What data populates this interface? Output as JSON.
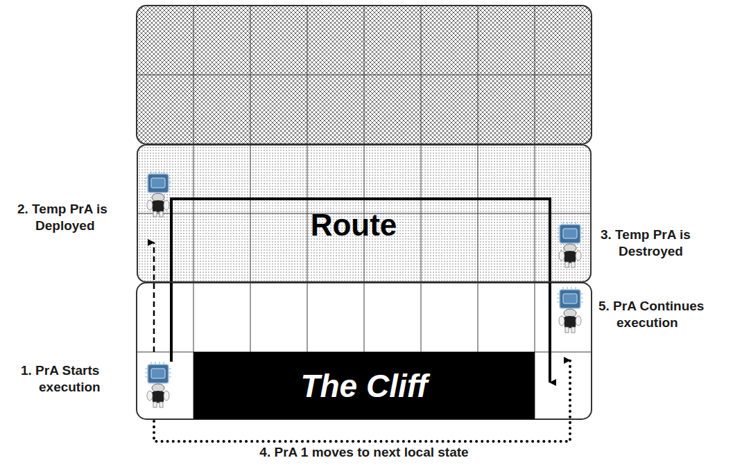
{
  "diagram": {
    "nodes": [
      {
        "text": [
          "Route"
        ]
      },
      {
        "text": [
          "The Cliff"
        ]
      }
    ],
    "labels": [
      "1. PrA Starts execution",
      "2. Temp PrA is Deployed",
      "3. Temp PrA is Destroyed",
      "4. PrA 1 moves to next local state",
      "5. PrA Continues execution"
    ]
  }
}
